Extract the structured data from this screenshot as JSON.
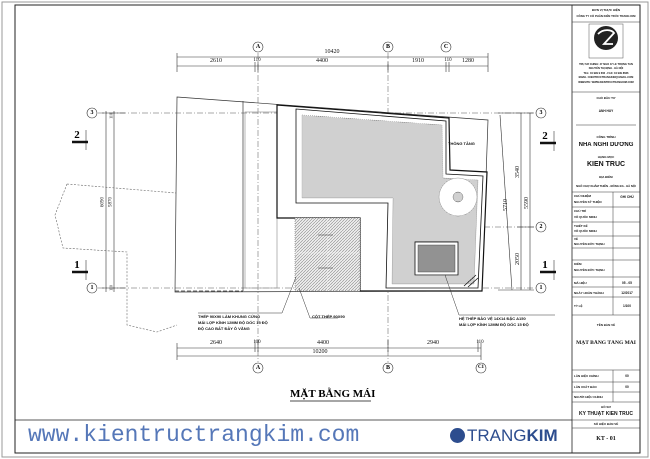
{
  "drawing": {
    "title": "MẶT BẰNG MÁI",
    "labels": {
      "void": "THÔNG TẦNG",
      "left_callout": [
        "THÉP 90X90 LÀM KHUNG CỨNG",
        "MÁI LỢP KÍNH 12MM ĐỘ DỐC 15 ĐỘ",
        "ĐỘ CAO BẤT ĐẦY Ô VĂNG"
      ],
      "column_callout": "CỘT THÉP 90X90",
      "right_callout": [
        "HỆ THÉP BẢO VỆ 14X14 ĐẶC A150",
        "MÁI LỢP KÍNH 12MM ĐỘ DỐC 15 ĐỘ"
      ]
    },
    "axes": {
      "top": [
        "A",
        "B",
        "C"
      ],
      "bottom": [
        "A",
        "B",
        "C1"
      ],
      "left": [
        "3",
        "1"
      ],
      "right": [
        "3",
        "2",
        "1"
      ]
    },
    "sections": {
      "top": "2",
      "bottom": "1"
    },
    "dims_top": {
      "total": "10420",
      "segments": [
        "2610",
        "110",
        "4400",
        "1910",
        "110",
        "1280"
      ]
    },
    "dims_bottom": {
      "total": "10200",
      "segments": [
        "2640",
        "110",
        "4400",
        "2940",
        "110"
      ]
    },
    "dims_left": [
      "6090",
      "5870",
      "110",
      "110"
    ],
    "dims_right": [
      "5710",
      "3540",
      "2050",
      "5590"
    ]
  },
  "title_block": {
    "org_label": "ĐƠN VỊ THỰC HIỆN",
    "org_name": "CÔNG TY CỔ PHẦN KIẾN TRÚC TRANG KIM",
    "logo_text": "TRANG KIM",
    "address": [
      "TRỤ SỞ CHÍNH: 47 NGÕ 47 LÊ TRỌNG TẤN",
      "NGUYỄN THỊ ĐỊNH - HÀ NỘI",
      "TEL: 04 999 9 666 - FAX: 04 999 8666",
      "EMAIL: KIENTRUCTRANGKIM@GMAIL.COM",
      "WEBSITE: WWW.KIENTRUCTRANGKIM.COM"
    ],
    "owner_label": "CHỦ ĐẦU TƯ",
    "owner": "ANH HUY",
    "project_label": "CÔNG TRÌNH",
    "project": "NHÀ NGHỈ DƯỠNG",
    "category_label": "HẠNG MỤC",
    "category": "KIẾN TRÚC",
    "location_label": "ĐỊA ĐIỂM",
    "location": "NGÕ CHỢ KHÂM THIÊN - ĐỐNG ĐA - HÀ NỘI",
    "note_label": "GHI CHÚ",
    "staff": [
      {
        "role": "CHỦ NHIỆM",
        "name": "NGUYỄN SỸ THIỆN"
      },
      {
        "role": "CHỦ TRÌ",
        "name": "VÕ QUỐC MINH"
      },
      {
        "role": "THIẾT KẾ",
        "name": "VÕ QUỐC MINH"
      },
      {
        "role": "VẼ",
        "name": "NGUYỄN ĐỨC THỊNH"
      },
      {
        "role": "KIỂM",
        "name": "NGUYỄN ĐỨC THỊNH"
      }
    ],
    "info": [
      {
        "label": "MÃ HIỆU",
        "value": "05 - 05"
      },
      {
        "label": "NGÀY HOÀN THÀNH",
        "value": "12/2017"
      },
      {
        "label": "TỶ LỆ",
        "value": "1/100"
      }
    ],
    "sheet_name_label": "TÊN BẢN VẼ",
    "sheet_name": "MẶT BẰNG TẦNG MÁI",
    "revisions": [
      {
        "label": "LẦN HIỆU CHỈNH",
        "value": "00"
      },
      {
        "label": "LẦN XUẤT BẢN",
        "value": "00"
      },
      {
        "label": "NGƯỜI HIỆU CHỈNH",
        "value": ""
      }
    ],
    "dossier_label": "HỒ SƠ",
    "dossier": "KỸ THUẬT KIẾN TRÚC",
    "sheet_no_label": "SỐ HIỆU BẢN VẼ",
    "sheet_no": "KT - 01"
  },
  "footer": {
    "website": "www.kientructrangkim.com",
    "brand_light": "TRANG",
    "brand_bold": "KIM",
    "brand_color": "#2d4d8e",
    "website_color": "#5577b8"
  }
}
